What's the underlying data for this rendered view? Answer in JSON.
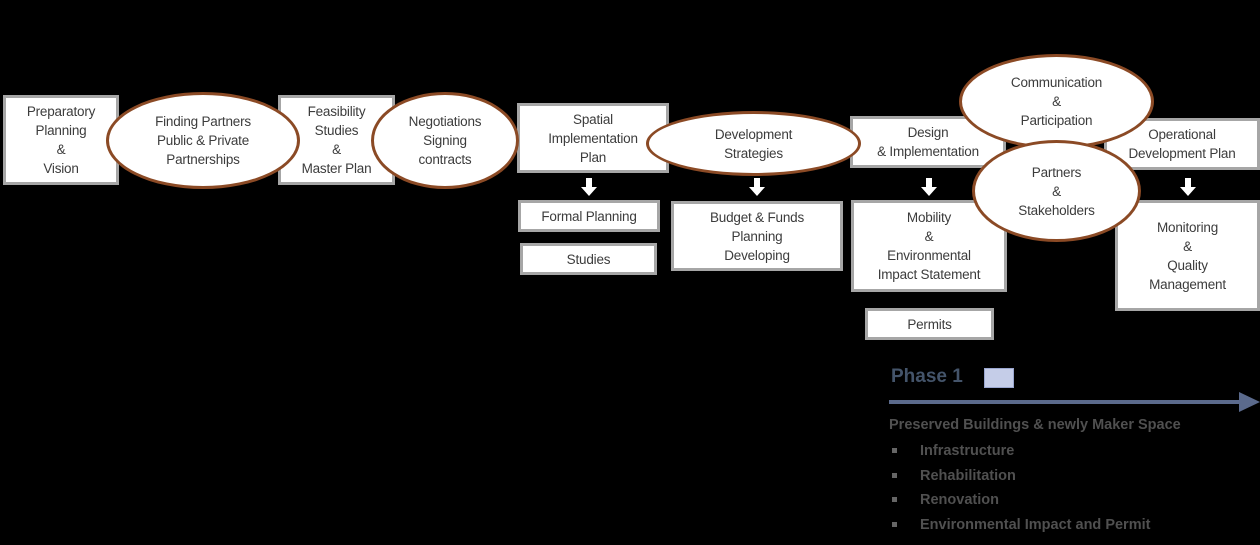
{
  "steps": [
    {
      "id": "preparatory",
      "lines": [
        "Preparatory",
        "Planning",
        "&",
        "Vision"
      ]
    },
    {
      "id": "finding-partners",
      "lines": [
        "Finding Partners",
        "Public & Private",
        "Partnerships"
      ]
    },
    {
      "id": "feasibility",
      "lines": [
        "Feasibility",
        "Studies",
        "&",
        "Master Plan"
      ]
    },
    {
      "id": "negotiations",
      "lines": [
        "Negotiations",
        "Signing",
        "contracts"
      ]
    },
    {
      "id": "spatial",
      "lines": [
        "Spatial",
        "Implementation",
        "Plan"
      ]
    },
    {
      "id": "development-strategies",
      "lines": [
        "Development",
        "Strategies"
      ]
    },
    {
      "id": "design",
      "lines": [
        "Design",
        "& Implementation"
      ]
    },
    {
      "id": "communication",
      "lines": [
        "Communication",
        "&",
        "Participation"
      ]
    },
    {
      "id": "operational",
      "lines": [
        "Operational",
        "Development Plan"
      ]
    },
    {
      "id": "partners-stakeholders",
      "lines": [
        "Partners",
        "&",
        "Stakeholders"
      ]
    }
  ],
  "substeps": [
    {
      "id": "formal-planning",
      "lines": [
        "Formal Planning"
      ]
    },
    {
      "id": "studies",
      "lines": [
        "Studies"
      ]
    },
    {
      "id": "budget-funds",
      "lines": [
        "Budget & Funds",
        "Planning",
        "Developing"
      ]
    },
    {
      "id": "mobility",
      "lines": [
        "Mobility",
        "&",
        "Environmental",
        "Impact Statement"
      ]
    },
    {
      "id": "permits",
      "lines": [
        "Permits"
      ]
    },
    {
      "id": "monitoring",
      "lines": [
        "Monitoring",
        "&",
        "Quality",
        "Management"
      ]
    }
  ],
  "legend": {
    "phase_label": "Phase 1",
    "swatch_color": "#c5cde8",
    "arrow_color": "#5b6a8c"
  },
  "phase_details": {
    "heading": "Preserved Buildings & newly Maker Space",
    "items": [
      "Infrastructure",
      "Rehabilitation",
      "Renovation",
      "Environmental Impact and Permit"
    ]
  },
  "colors": {
    "box_border": "#a6a6a6",
    "ellipse_border": "#8b4a25",
    "background": "#000000",
    "text": "#3c3c3c"
  }
}
